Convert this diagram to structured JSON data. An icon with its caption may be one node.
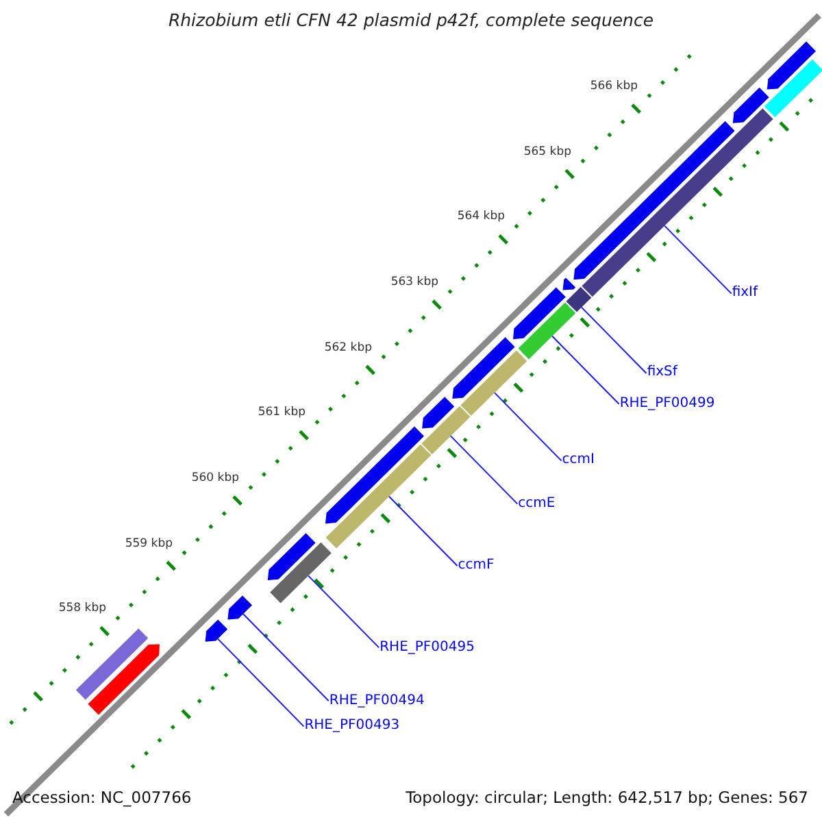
{
  "diagram": {
    "title": "Rhizobium etli CFN 42 plasmid p42f, complete sequence",
    "nodes": [
      {
        "text": [
          "fixIf"
        ]
      },
      {
        "text": [
          "fixSf"
        ]
      },
      {
        "text": [
          "RHE_PF00499"
        ]
      },
      {
        "text": [
          "ccmI"
        ]
      },
      {
        "text": [
          "ccmE"
        ]
      },
      {
        "text": [
          "ccmF"
        ]
      },
      {
        "text": [
          "RHE_PF00495"
        ]
      },
      {
        "text": [
          "RHE_PF00494"
        ]
      },
      {
        "text": [
          "RHE_PF00493"
        ]
      },
      {
        "text": [],
        "shape": "arrow"
      },
      {
        "text": [],
        "shape": "bar"
      },
      {
        "text": [],
        "shape": "arrow"
      },
      {
        "text": [],
        "shape": "arrow"
      },
      {
        "text": [],
        "shape": "bar"
      },
      {
        "text": [],
        "shape": "arrow"
      },
      {
        "text": [],
        "shape": "bar"
      },
      {
        "text": [],
        "shape": "arrow"
      },
      {
        "text": [],
        "shape": "bar"
      },
      {
        "text": [],
        "shape": "arrow"
      },
      {
        "text": [],
        "shape": "arrow"
      },
      {
        "text": [],
        "shape": "bar"
      },
      {
        "text": [],
        "shape": "bar"
      },
      {
        "text": [],
        "shape": "arrow"
      },
      {
        "text": [],
        "shape": "bar"
      },
      {
        "text": [],
        "shape": "arrow"
      },
      {
        "text": [],
        "shape": "arrow"
      },
      {
        "text": [],
        "shape": "bar"
      },
      {
        "text": [],
        "shape": "arrow"
      },
      {
        "text": [],
        "shape": "bar"
      },
      {
        "text": [],
        "shape": "arrow"
      }
    ],
    "edges": [
      {
        "from": 0,
        "to": 26,
        "arrow": "none"
      },
      {
        "from": 1,
        "to": 23,
        "arrow": "none"
      },
      {
        "from": 2,
        "to": 21,
        "arrow": "none"
      },
      {
        "from": 3,
        "to": 20,
        "arrow": "none"
      },
      {
        "from": 4,
        "to": 17,
        "arrow": "none"
      },
      {
        "from": 5,
        "to": 15,
        "arrow": "none"
      },
      {
        "from": 6,
        "to": 13,
        "arrow": "none"
      },
      {
        "from": 7,
        "to": 12,
        "arrow": "none"
      },
      {
        "from": 8,
        "to": 11,
        "arrow": "none"
      }
    ],
    "labels": [
      "566 kbp",
      "565 kbp",
      "564 kbp",
      "563 kbp",
      "562 kbp",
      "561 kbp",
      "560 kbp",
      "559 kbp",
      "558 kbp",
      "Accession: NC_007766",
      "Topology: circular; Length: 642,517 bp; Genes: 567"
    ]
  }
}
